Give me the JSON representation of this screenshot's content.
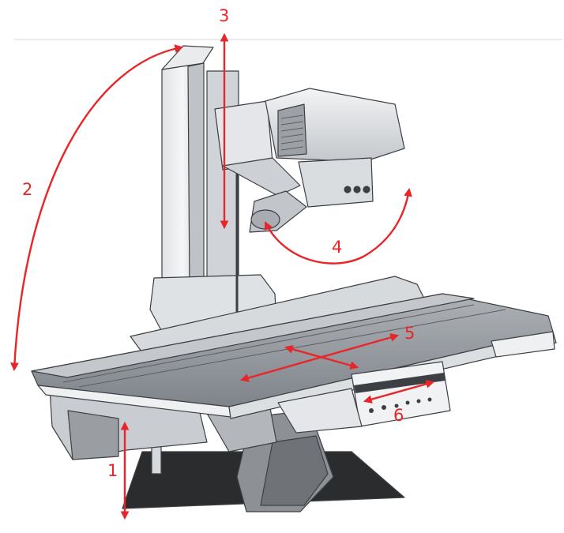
{
  "colors": {
    "arrow": "#e8262a",
    "machine_light": "#eef0f2",
    "machine_mid": "#c9ccd0",
    "machine_dark": "#8d9196",
    "outline": "#3c3f43",
    "base_plate": "#2b2c2e",
    "divider_line": "#d9d9d9"
  },
  "callouts": [
    {
      "label": "1"
    },
    {
      "label": "2"
    },
    {
      "label": "3"
    },
    {
      "label": "4"
    },
    {
      "label": "5"
    },
    {
      "label": "6"
    }
  ]
}
